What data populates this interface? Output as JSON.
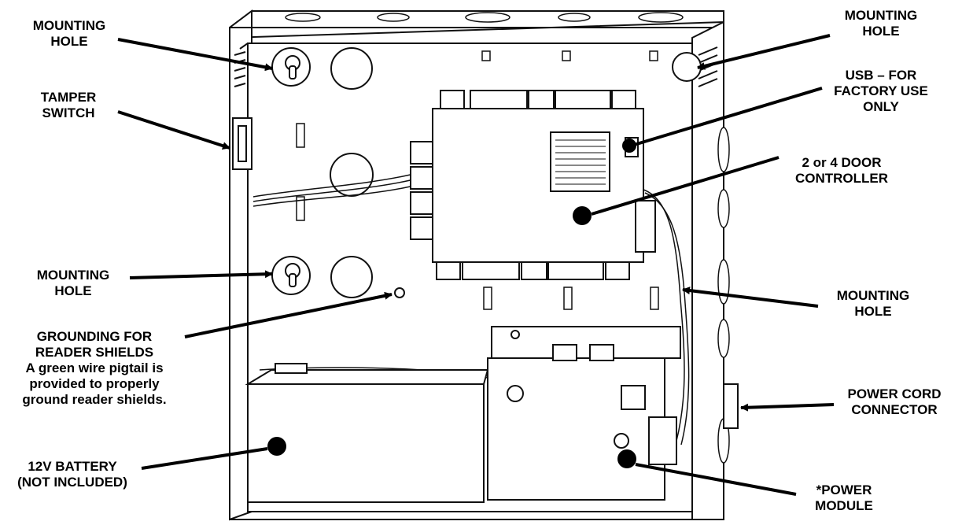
{
  "labels": {
    "mounting_hole_top_left": [
      "MOUNTING",
      "HOLE"
    ],
    "tamper_switch": [
      "TAMPER",
      "SWITCH"
    ],
    "mounting_hole_mid_left": [
      "MOUNTING",
      "HOLE"
    ],
    "grounding": [
      "GROUNDING FOR",
      "READER SHIELDS",
      "A green wire pigtail is",
      "provided to properly",
      "ground reader shields."
    ],
    "battery": [
      "12V BATTERY",
      "(NOT INCLUDED)"
    ],
    "mounting_hole_top_right": [
      "MOUNTING",
      "HOLE"
    ],
    "usb": [
      "USB – FOR",
      "FACTORY USE",
      "ONLY"
    ],
    "door_controller": [
      "2 or 4 DOOR",
      "CONTROLLER"
    ],
    "mounting_hole_right": [
      "MOUNTING",
      "HOLE"
    ],
    "power_cord": [
      "POWER CORD",
      "CONNECTOR"
    ],
    "power_module": [
      "*POWER",
      "MODULE"
    ]
  },
  "colors": {
    "line": "#111111",
    "fill": "#ffffff",
    "marker": "#000000"
  }
}
